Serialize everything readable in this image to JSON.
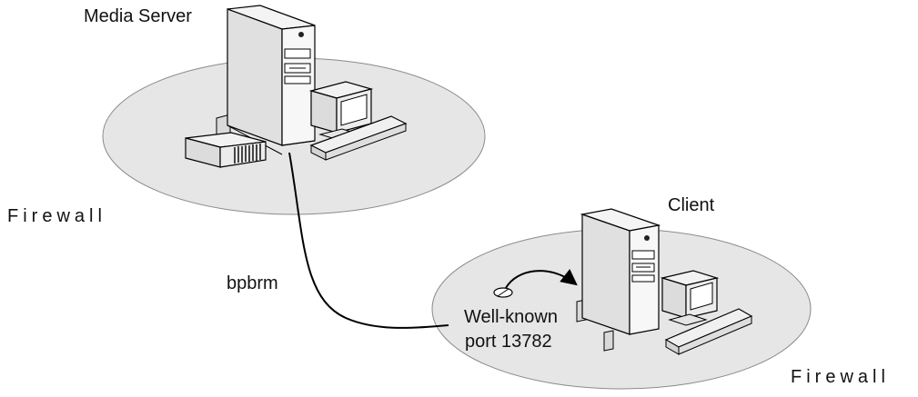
{
  "labels": {
    "media_server": "Media Server",
    "firewall_left": "Firewall",
    "client": "Client",
    "bpbrm": "bpbrm",
    "well_known": "Well-known",
    "port": "port 13782",
    "firewall_right": "Firewall"
  },
  "colors": {
    "zone_fill": "#e6e6e6",
    "outline": "#000000",
    "case_fill": "#ececec",
    "screen": "#ffffff"
  },
  "icons": [
    "server-tower-icon",
    "monitor-icon",
    "keyboard-icon",
    "tape-drive-icon",
    "port-icon"
  ]
}
